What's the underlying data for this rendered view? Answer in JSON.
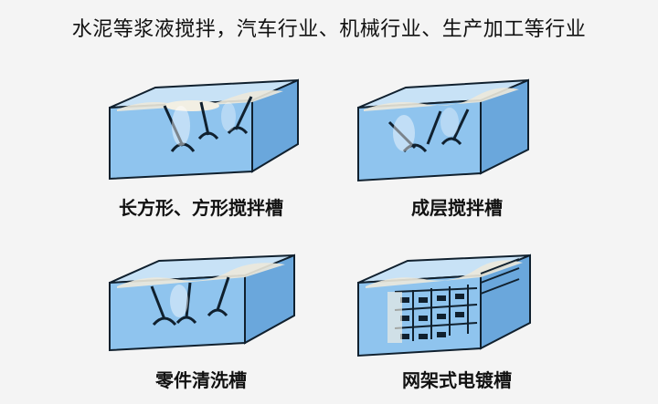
{
  "header": {
    "title": "水泥等浆液搅拌，汽车行业、机械行业、生产加工等行业"
  },
  "tanks": [
    {
      "caption": "长方形、方形搅拌槽"
    },
    {
      "caption": "成层搅拌槽"
    },
    {
      "caption": "零件清洗槽"
    },
    {
      "caption": "网架式电镀槽"
    }
  ],
  "colors": {
    "water_front": "#8fc4ee",
    "water_side": "#6aa7dc",
    "water_top": "#b9dcf7",
    "outline": "#10202e",
    "foam": "#ece9dc",
    "background": "#f4f4f4"
  }
}
